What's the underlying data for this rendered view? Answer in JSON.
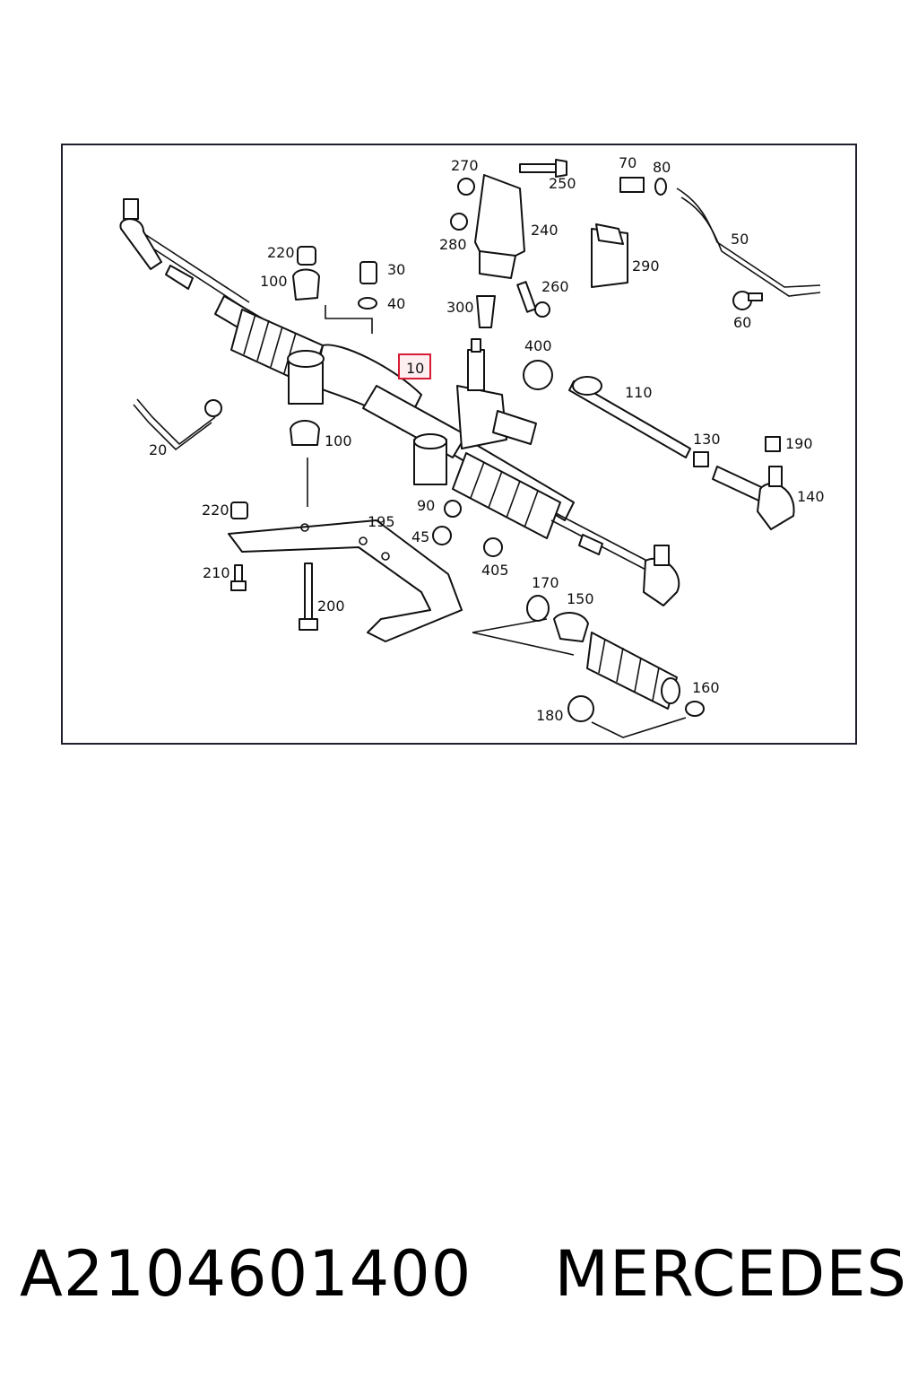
{
  "diagram": {
    "callouts": {
      "c270": "270",
      "c250": "250",
      "c70": "70",
      "c80": "80",
      "c240": "240",
      "c280": "280",
      "c290": "290",
      "c50": "50",
      "c220a": "220",
      "c30": "30",
      "c100a": "100",
      "c40": "40",
      "c260": "260",
      "c60": "60",
      "c300": "300",
      "c400": "400",
      "c10": "10",
      "c110": "110",
      "c20": "20",
      "c100b": "100",
      "c130": "130",
      "c190": "190",
      "c140": "140",
      "c90": "90",
      "c220b": "220",
      "c195": "195",
      "c45": "45",
      "c405": "405",
      "c210": "210",
      "c200": "200",
      "c170": "170",
      "c150": "150",
      "c160": "160",
      "c180": "180"
    },
    "highlighted_part": "10"
  },
  "caption": {
    "part_number": "A2104601400",
    "brand": "MERCEDES"
  }
}
